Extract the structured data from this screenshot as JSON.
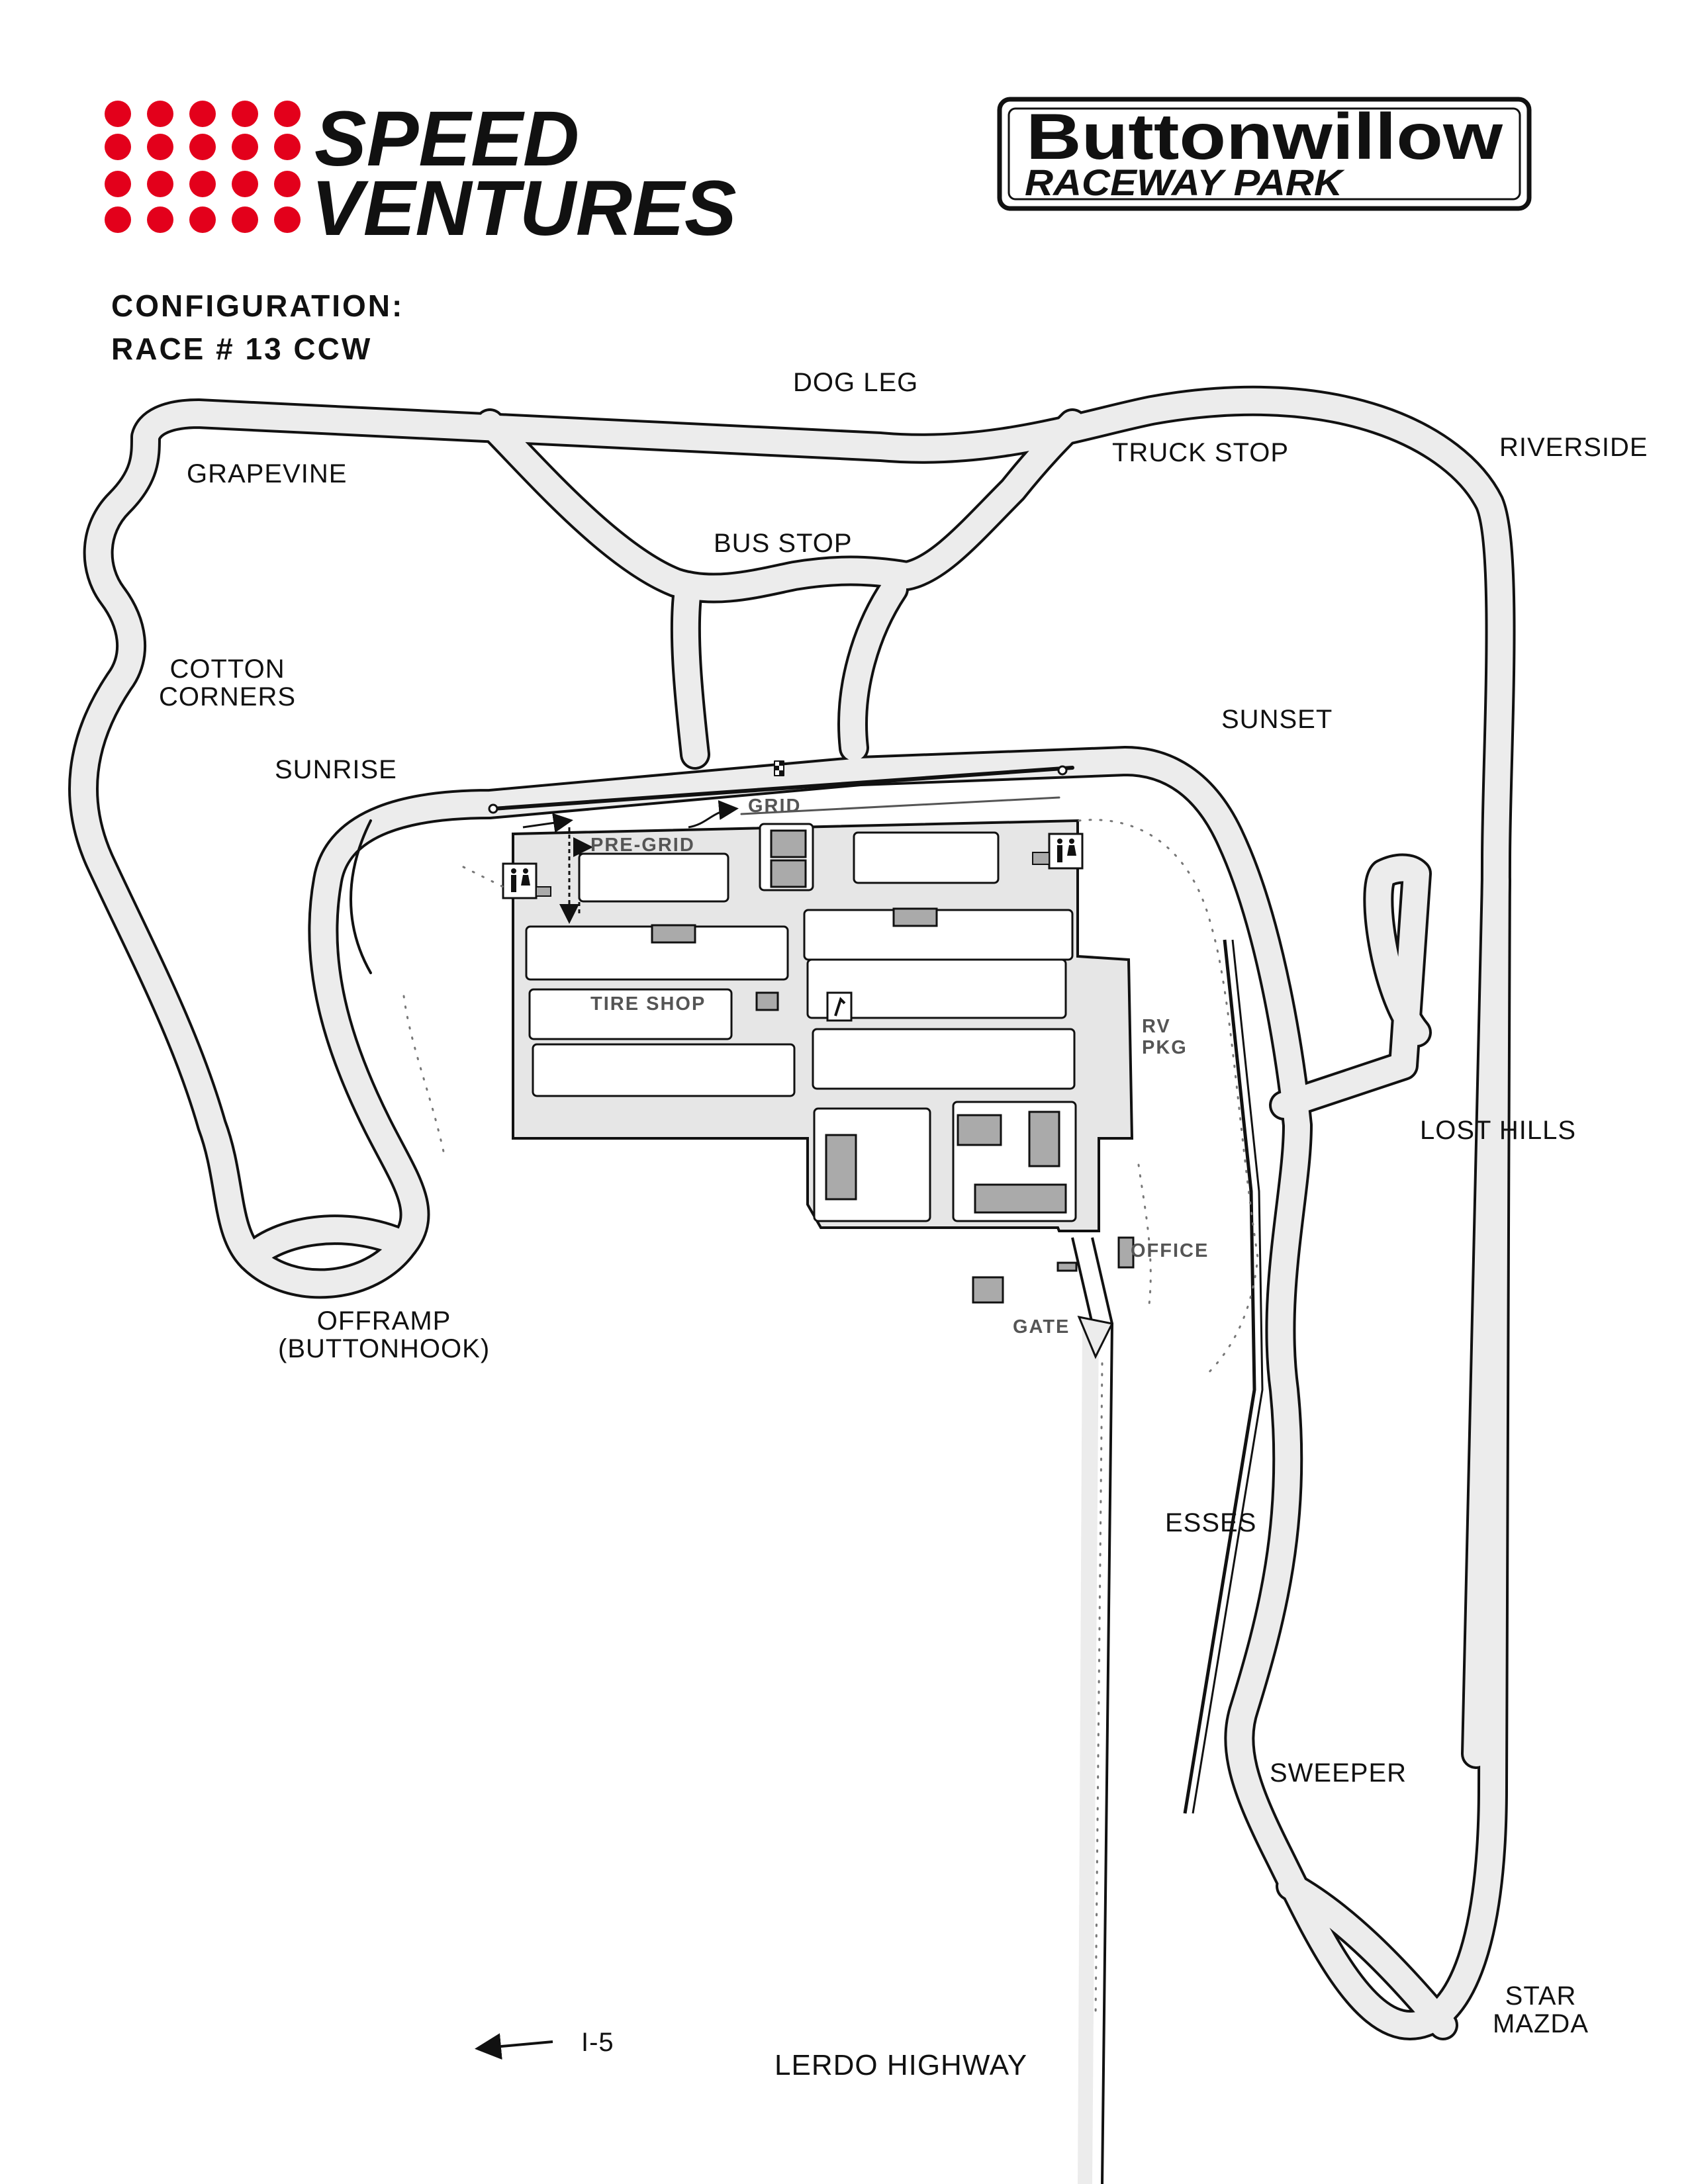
{
  "branding": {
    "left_logo": {
      "line1": "SPEED",
      "line2": "VENTURES",
      "dot_color": "#e3001b"
    },
    "right_logo": {
      "line1": "Buttonwillow",
      "line2": "RACEWAY PARK"
    }
  },
  "configuration": {
    "line1": "CONFIGURATION:",
    "line2": "RACE # 13 CCW"
  },
  "turns": {
    "dog_leg": "DOG LEG",
    "truck_stop": "TRUCK STOP",
    "riverside": "RIVERSIDE",
    "grapevine": "GRAPEVINE",
    "bus_stop": "BUS STOP",
    "cotton_corners": [
      "COTTON",
      "CORNERS"
    ],
    "sunset": "SUNSET",
    "sunrise": "SUNRISE",
    "lost_hills": "LOST HILLS",
    "offramp": [
      "OFFRAMP",
      "(BUTTONHOOK)"
    ],
    "esses": "ESSES",
    "sweeper": "SWEEPER",
    "star_mazda": [
      "STAR",
      "MAZDA"
    ]
  },
  "paddock": {
    "grid": "GRID",
    "pre_grid": "PRE-GRID",
    "tire_shop": "TIRE SHOP",
    "rv_pkg": [
      "RV",
      "PKG"
    ],
    "office": "OFFICE",
    "gate": "GATE"
  },
  "roads": {
    "i5": "I-5",
    "lerdo": "LERDO HIGHWAY"
  },
  "colors": {
    "track_fill": "#ececec",
    "track_edge": "#111111",
    "building": "#aaaaaa",
    "paddock": "#e6e6e6"
  }
}
